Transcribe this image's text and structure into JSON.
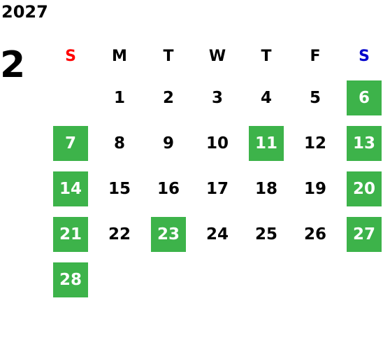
{
  "calendar": {
    "year": "2027",
    "month": "2",
    "weekdays": [
      {
        "label": "S",
        "color": "#ff0000"
      },
      {
        "label": "M",
        "color": "#000000"
      },
      {
        "label": "T",
        "color": "#000000"
      },
      {
        "label": "W",
        "color": "#000000"
      },
      {
        "label": "T",
        "color": "#000000"
      },
      {
        "label": "F",
        "color": "#000000"
      },
      {
        "label": "S",
        "color": "#0000cc"
      }
    ],
    "highlight_color": "#3db34a",
    "weeks": [
      [
        null,
        {
          "day": "1"
        },
        {
          "day": "2"
        },
        {
          "day": "3"
        },
        {
          "day": "4"
        },
        {
          "day": "5"
        },
        {
          "day": "6",
          "highlight": true
        }
      ],
      [
        {
          "day": "7",
          "highlight": true
        },
        {
          "day": "8"
        },
        {
          "day": "9"
        },
        {
          "day": "10"
        },
        {
          "day": "11",
          "highlight": true
        },
        {
          "day": "12"
        },
        {
          "day": "13",
          "highlight": true
        }
      ],
      [
        {
          "day": "14",
          "highlight": true
        },
        {
          "day": "15"
        },
        {
          "day": "16"
        },
        {
          "day": "17"
        },
        {
          "day": "18"
        },
        {
          "day": "19"
        },
        {
          "day": "20",
          "highlight": true
        }
      ],
      [
        {
          "day": "21",
          "highlight": true
        },
        {
          "day": "22"
        },
        {
          "day": "23",
          "highlight": true
        },
        {
          "day": "24"
        },
        {
          "day": "25"
        },
        {
          "day": "26"
        },
        {
          "day": "27",
          "highlight": true
        }
      ],
      [
        {
          "day": "28",
          "highlight": true
        },
        null,
        null,
        null,
        null,
        null,
        null
      ]
    ]
  }
}
